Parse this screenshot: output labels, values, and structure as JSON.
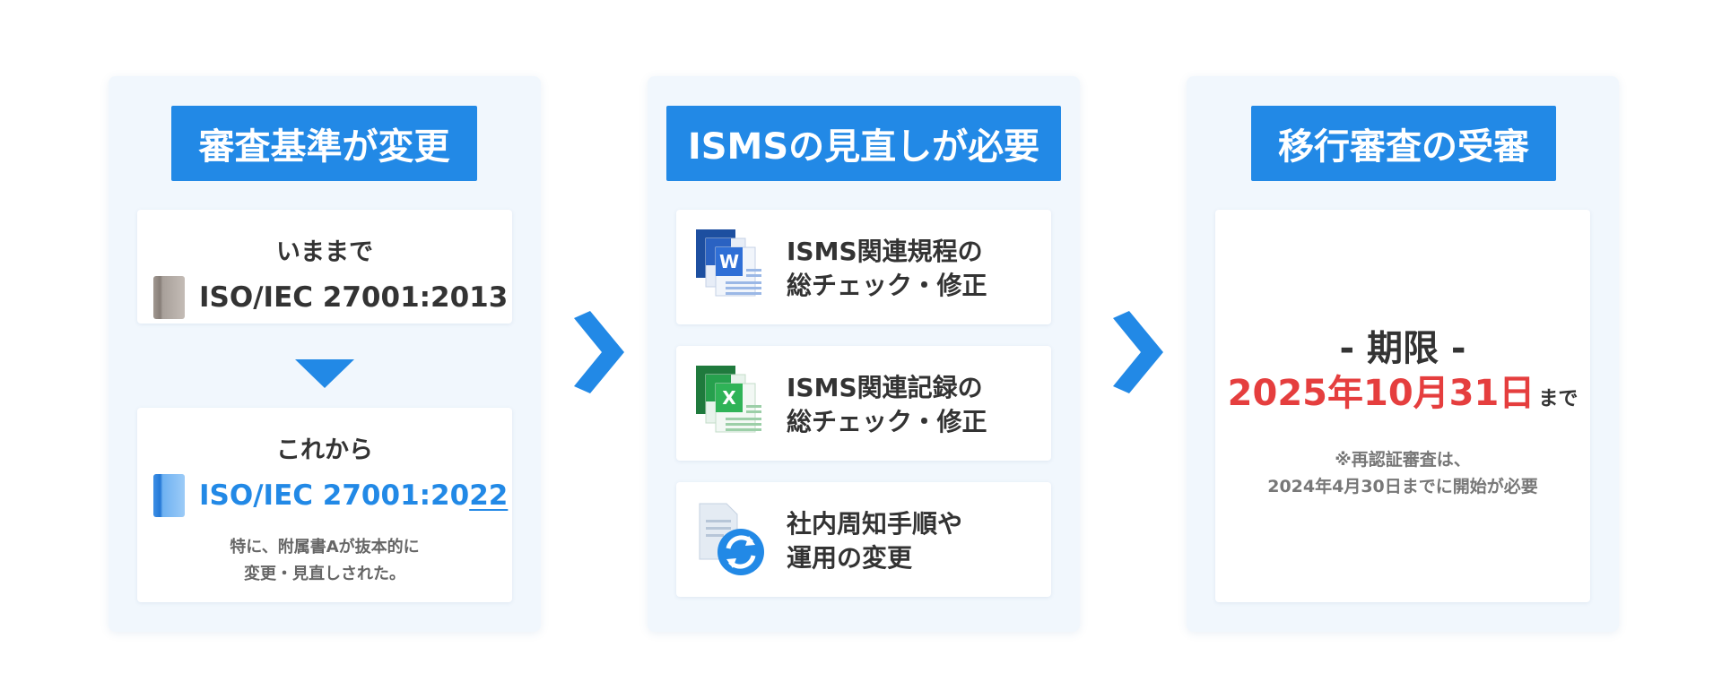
{
  "colors": {
    "accent": "#2289e6",
    "panel_bg": "#f1f7fd",
    "deadline_red": "#e53e3e",
    "text_dark": "#333333",
    "text_muted": "#666666"
  },
  "steps": [
    {
      "title": "審査基準が変更",
      "before": {
        "heading": "いままで",
        "standard": "ISO/IEC 27001:2013",
        "icon": "gray-book-icon"
      },
      "after": {
        "heading": "これから",
        "standard_main": "ISO/IEC 27001:20",
        "standard_tail": "22",
        "icon": "blue-book-icon",
        "note_line1": "特に、附属書Aが抜本的に",
        "note_line2": "変更・見直しされた。"
      }
    },
    {
      "title": "ISMSの見直しが必要",
      "tasks": [
        {
          "line1": "ISMS関連規程の",
          "line2": "総チェック・修正",
          "icon": "word-documents-icon"
        },
        {
          "line1": "ISMS関連記録の",
          "line2": "総チェック・修正",
          "icon": "excel-spreadsheets-icon"
        },
        {
          "line1": "社内周知手順や",
          "line2": "運用の変更",
          "icon": "document-refresh-icon"
        }
      ]
    },
    {
      "title": "移行審査の受審",
      "deadline_label": "- 期限 -",
      "deadline_date": "2025年10月31日",
      "deadline_suffix": "まで",
      "note_line1": "※再認証審査は、",
      "note_line2": "2024年4月30日までに開始が必要"
    }
  ]
}
